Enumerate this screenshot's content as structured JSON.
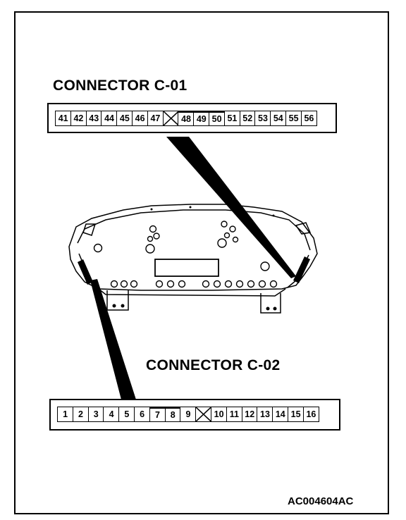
{
  "connector_c01": {
    "title": "CONNECTOR C-01",
    "pins": [
      "41",
      "42",
      "43",
      "44",
      "45",
      "46",
      "47",
      "",
      "48",
      "49",
      "50",
      "51",
      "52",
      "53",
      "54",
      "55",
      "56"
    ]
  },
  "connector_c02": {
    "title": "CONNECTOR C-02",
    "pins": [
      "1",
      "2",
      "3",
      "4",
      "5",
      "6",
      "7",
      "8",
      "9",
      "",
      "10",
      "11",
      "12",
      "13",
      "14",
      "15",
      "16"
    ]
  },
  "caption": "AC004604AC"
}
